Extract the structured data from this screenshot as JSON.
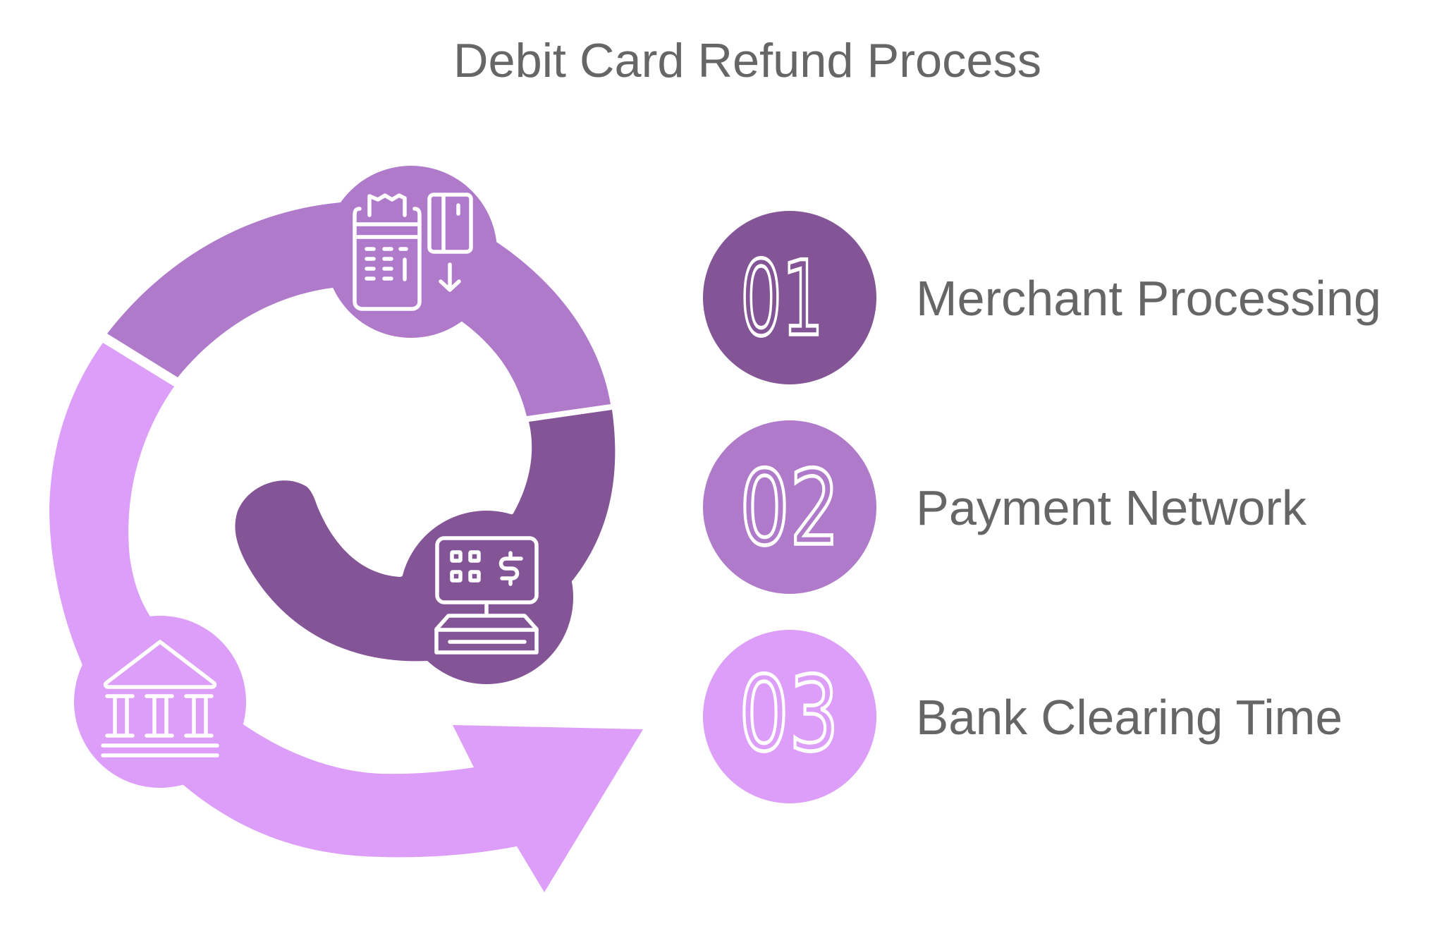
{
  "title": "Debit Card Refund Process",
  "colors": {
    "step1": "#835496",
    "step2": "#B07ACA",
    "step3": "#DC9EF8",
    "text": "#666666",
    "icon": "#FFFFFF",
    "background": "#FFFFFF"
  },
  "steps": [
    {
      "number": "01",
      "label": "Merchant Processing",
      "color": "#835496",
      "icon": "cash-register-icon"
    },
    {
      "number": "02",
      "label": "Payment Network",
      "color": "#B07ACA",
      "icon": "card-terminal-icon"
    },
    {
      "number": "03",
      "label": "Bank Clearing Time",
      "color": "#DC9EF8",
      "icon": "bank-icon"
    }
  ],
  "cycle": {
    "segments": [
      {
        "name": "payment-network-segment",
        "color": "#B07ACA",
        "icon": "card-terminal-icon"
      },
      {
        "name": "merchant-processing-segment",
        "color": "#835496",
        "icon": "cash-register-icon"
      },
      {
        "name": "bank-clearing-segment",
        "color": "#DC9EF8",
        "icon": "bank-icon"
      }
    ]
  }
}
